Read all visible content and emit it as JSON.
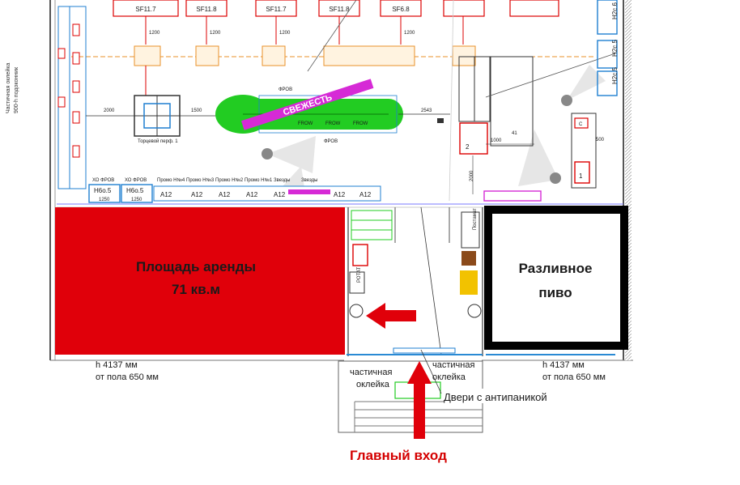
{
  "rental_area": {
    "line1": "Площадь аренды",
    "line2": "71 кв.м"
  },
  "beer_area": {
    "line1": "Разливное",
    "line2": "пиво"
  },
  "entrance": {
    "label": "Главный вход"
  },
  "doors": {
    "label": "Двери с антипаникой"
  },
  "partial_left": {
    "line1": "частичная",
    "line2": "оклейка"
  },
  "partial_right": {
    "line1": "частичная",
    "line2": "оклейка"
  },
  "window_left": {
    "line1": "h 4137 мм",
    "line2": "от пола 650 мм"
  },
  "window_right": {
    "line1": "h 4137 мм",
    "line2": "от пола 650 мм"
  },
  "freshness_banner": {
    "label": "СВЕЖЕСТЬ"
  },
  "top_fridges": [
    "SF11.7",
    "SF11.8",
    "SF11.7",
    "SF11.8",
    "SF6.8"
  ],
  "dims": {
    "d2000a": "2000",
    "d1500": "1500",
    "d2543": "2543",
    "d1200a": "1200",
    "d1200b": "1200",
    "d1200c": "1200",
    "d1200d": "1200",
    "d1000": "1000",
    "d2000b": "2000",
    "d500": "500"
  },
  "bottom_row": {
    "h1": "Н6о.5",
    "h2": "Н6о.5",
    "v1": "1250",
    "v2": "1250",
    "promo": [
      "Промо Н№4",
      "Промо Н№3",
      "Промо Н№2",
      "Промо Н№1"
    ],
    "zvezdy": [
      "Звезды",
      "Звезды"
    ],
    "a12": [
      "А12",
      "А12",
      "А12",
      "А12",
      "А12",
      "А12",
      "А12"
    ],
    "xo": [
      "ХО ФРОВ",
      "ХО ФРОВ"
    ]
  },
  "right_cases": {
    "top": "Н2с.6",
    "mid": "Н2с.5",
    "low": "Н2с.5"
  },
  "side_note": {
    "line1": "Частичная оклейка",
    "line2": "900-h подоконник"
  },
  "misc": {
    "fruit": "ФРОВ",
    "front": "Торцевой перф. 1",
    "num2": "2",
    "num1": "1",
    "frow": "FROW",
    "postamat": "Постамат",
    "pin": "РОТАТ",
    "num41": "41",
    "numC": "С"
  },
  "colors": {
    "rental": "#e0000a",
    "entrance_arrow": "#e0000a",
    "entrance_text": "#d40000",
    "beer_border": "#000000",
    "fruit_green": "#22cc22",
    "banner": "#d62ad6"
  }
}
